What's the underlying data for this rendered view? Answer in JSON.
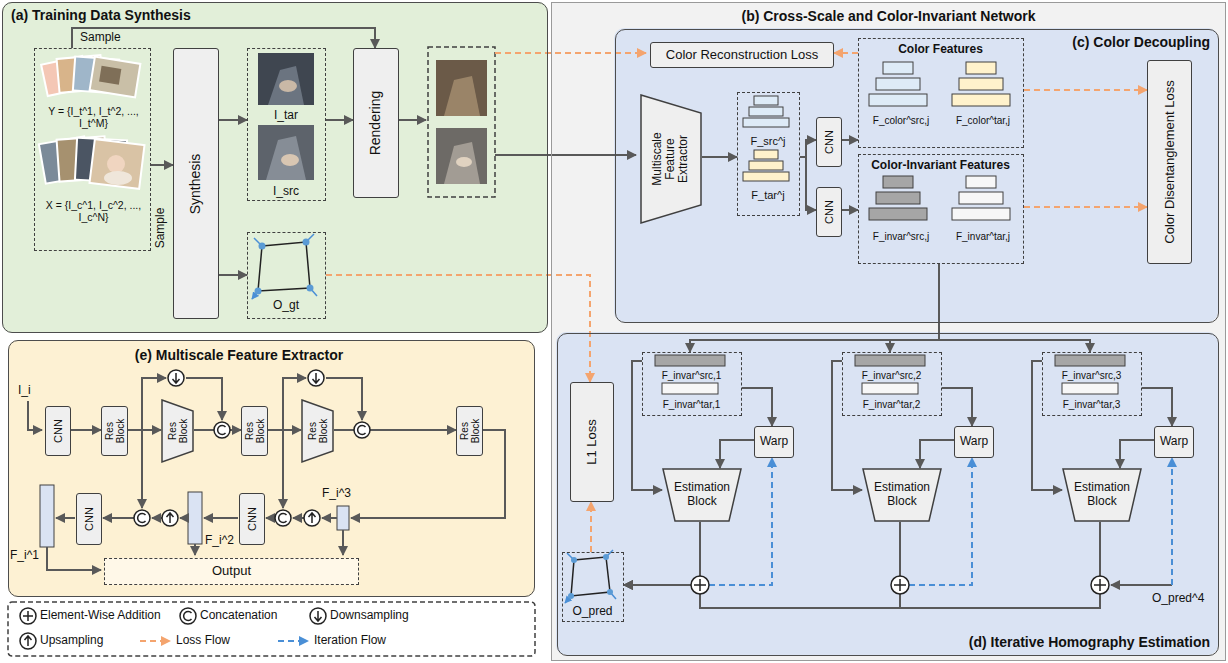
{
  "diagram": {
    "nodes": [
      {
        "text": [
          "(a) Training Data Synthesis"
        ]
      },
      {
        "text": [
          "Y = {I_t^1, I_t^2, ..., I_t^M}",
          "X = {I_c^1, I_c^2, ..., I_c^N}"
        ],
        "in": 0
      },
      {
        "text": [
          "Synthesis"
        ],
        "in": 0
      },
      {
        "text": [
          "I_tar",
          "I_src"
        ],
        "in": 0
      },
      {
        "text": [
          "O_gt"
        ],
        "in": 0
      },
      {
        "text": [
          "Rendering"
        ],
        "in": 0
      },
      {
        "text": [
          "(b) Cross-Scale and Color-Invariant Network"
        ]
      },
      {
        "text": [
          "(c) Color Decoupling"
        ],
        "in": 6
      },
      {
        "text": [
          "Color Reconstruction Loss"
        ],
        "in": 7
      },
      {
        "text": [
          "Multiscale Feature Extractor"
        ],
        "in": 7
      },
      {
        "text": [
          "F_src^j",
          "F_tar^j"
        ],
        "in": 7
      },
      {
        "text": [
          "CNN"
        ],
        "in": 7
      },
      {
        "text": [
          "CNN"
        ],
        "in": 7
      },
      {
        "text": [
          "Color Features",
          "F_color^src,j",
          "F_color^tar,j"
        ],
        "in": 7
      },
      {
        "text": [
          "Color-Invariant Features",
          "F_invar^src,j",
          "F_invar^tar,j"
        ],
        "in": 7
      },
      {
        "text": [
          "Color Disentanglement Loss"
        ],
        "in": 7
      },
      {
        "text": [
          "(d) Iterative Homography Estimation"
        ],
        "in": 6
      },
      {
        "text": [
          "L1 Loss"
        ],
        "in": 16
      },
      {
        "text": [
          "F_invar^src,1",
          "F_invar^tar,1"
        ],
        "in": 16
      },
      {
        "text": [
          "Warp"
        ],
        "in": 16
      },
      {
        "text": [
          "Estimation Block"
        ],
        "in": 16
      },
      {
        "text": [
          "F_invar^src,2",
          "F_invar^tar,2"
        ],
        "in": 16
      },
      {
        "text": [
          "Warp"
        ],
        "in": 16
      },
      {
        "text": [
          "Estimation Block"
        ],
        "in": 16
      },
      {
        "text": [
          "F_invar^src,3",
          "F_invar^tar,3"
        ],
        "in": 16
      },
      {
        "text": [
          "Warp"
        ],
        "in": 16
      },
      {
        "text": [
          "Estimation Block"
        ],
        "in": 16
      },
      {
        "text": [
          "O_pred"
        ],
        "in": 16
      },
      {
        "text": [
          "(e) Multiscale Feature Extractor"
        ]
      },
      {
        "text": [
          "CNN"
        ],
        "in": 28
      },
      {
        "text": [
          "Res Block"
        ],
        "in": 28
      },
      {
        "text": [
          "Res Block"
        ],
        "in": 28
      },
      {
        "text": [
          "Res Block"
        ],
        "in": 28
      },
      {
        "text": [
          "Res Block"
        ],
        "in": 28
      },
      {
        "text": [
          "Res Block"
        ],
        "in": 28
      },
      {
        "text": [
          "CNN"
        ],
        "in": 28
      },
      {
        "text": [
          "CNN"
        ],
        "in": 28
      },
      {
        "text": [
          "Output"
        ],
        "in": 28
      }
    ],
    "edges": [
      {
        "from": 1,
        "to": 2,
        "label": "Sample",
        "arrow": "to"
      },
      {
        "from": 1,
        "to": 5,
        "label": "Sample",
        "arrow": "to"
      },
      {
        "from": 2,
        "to": 3,
        "arrow": "to"
      },
      {
        "from": 2,
        "to": 4,
        "arrow": "to"
      },
      {
        "from": 3,
        "to": 5,
        "arrow": "to"
      },
      {
        "from": 9,
        "to": 10,
        "arrow": "to"
      },
      {
        "from": 10,
        "to": 11,
        "arrow": "to"
      },
      {
        "from": 10,
        "to": 12,
        "arrow": "to"
      },
      {
        "from": 11,
        "to": 13,
        "arrow": "to"
      },
      {
        "from": 12,
        "to": 14,
        "arrow": "to"
      },
      {
        "from": 13,
        "to": 8,
        "arrow": "to"
      },
      {
        "from": 13,
        "to": 15,
        "arrow": "to"
      },
      {
        "from": 14,
        "to": 15,
        "arrow": "to"
      },
      {
        "from": 14,
        "to": 18,
        "arrow": "to"
      },
      {
        "from": 14,
        "to": 21,
        "arrow": "to"
      },
      {
        "from": 14,
        "to": 24,
        "arrow": "to"
      },
      {
        "from": 18,
        "to": 19,
        "arrow": "to"
      },
      {
        "from": 19,
        "to": 20,
        "arrow": "to"
      },
      {
        "from": 18,
        "to": 20,
        "arrow": "to"
      },
      {
        "from": 21,
        "to": 22,
        "arrow": "to"
      },
      {
        "from": 22,
        "to": 23,
        "arrow": "to"
      },
      {
        "from": 21,
        "to": 23,
        "arrow": "to"
      },
      {
        "from": 24,
        "to": 25,
        "arrow": "to"
      },
      {
        "from": 25,
        "to": 26,
        "arrow": "to"
      },
      {
        "from": 24,
        "to": 26,
        "arrow": "to"
      },
      {
        "from": 20,
        "to": 27,
        "arrow": "to"
      },
      {
        "from": 23,
        "to": 27,
        "arrow": "to"
      },
      {
        "from": 26,
        "to": 27,
        "arrow": "to"
      },
      {
        "from": 27,
        "to": 17,
        "arrow": "to"
      },
      {
        "from": 4,
        "to": 17,
        "arrow": "to"
      },
      {
        "from": 29,
        "to": 30,
        "arrow": "to"
      },
      {
        "from": 30,
        "to": 31,
        "arrow": "to"
      },
      {
        "from": 31,
        "to": 32,
        "arrow": "to"
      },
      {
        "from": 32,
        "to": 33,
        "arrow": "to"
      },
      {
        "from": 33,
        "to": 34,
        "arrow": "to"
      }
    ],
    "labels": [
      "I_i",
      "F_i^1",
      "F_i^2",
      "F_i^3",
      "O_pred^4"
    ],
    "legend": [
      {
        "text": "Element-Wise Addition"
      },
      {
        "text": "Concatenation"
      },
      {
        "text": "Downsampling"
      },
      {
        "text": "Upsampling"
      },
      {
        "text": "Loss Flow"
      },
      {
        "text": "Iteration Flow"
      }
    ]
  }
}
